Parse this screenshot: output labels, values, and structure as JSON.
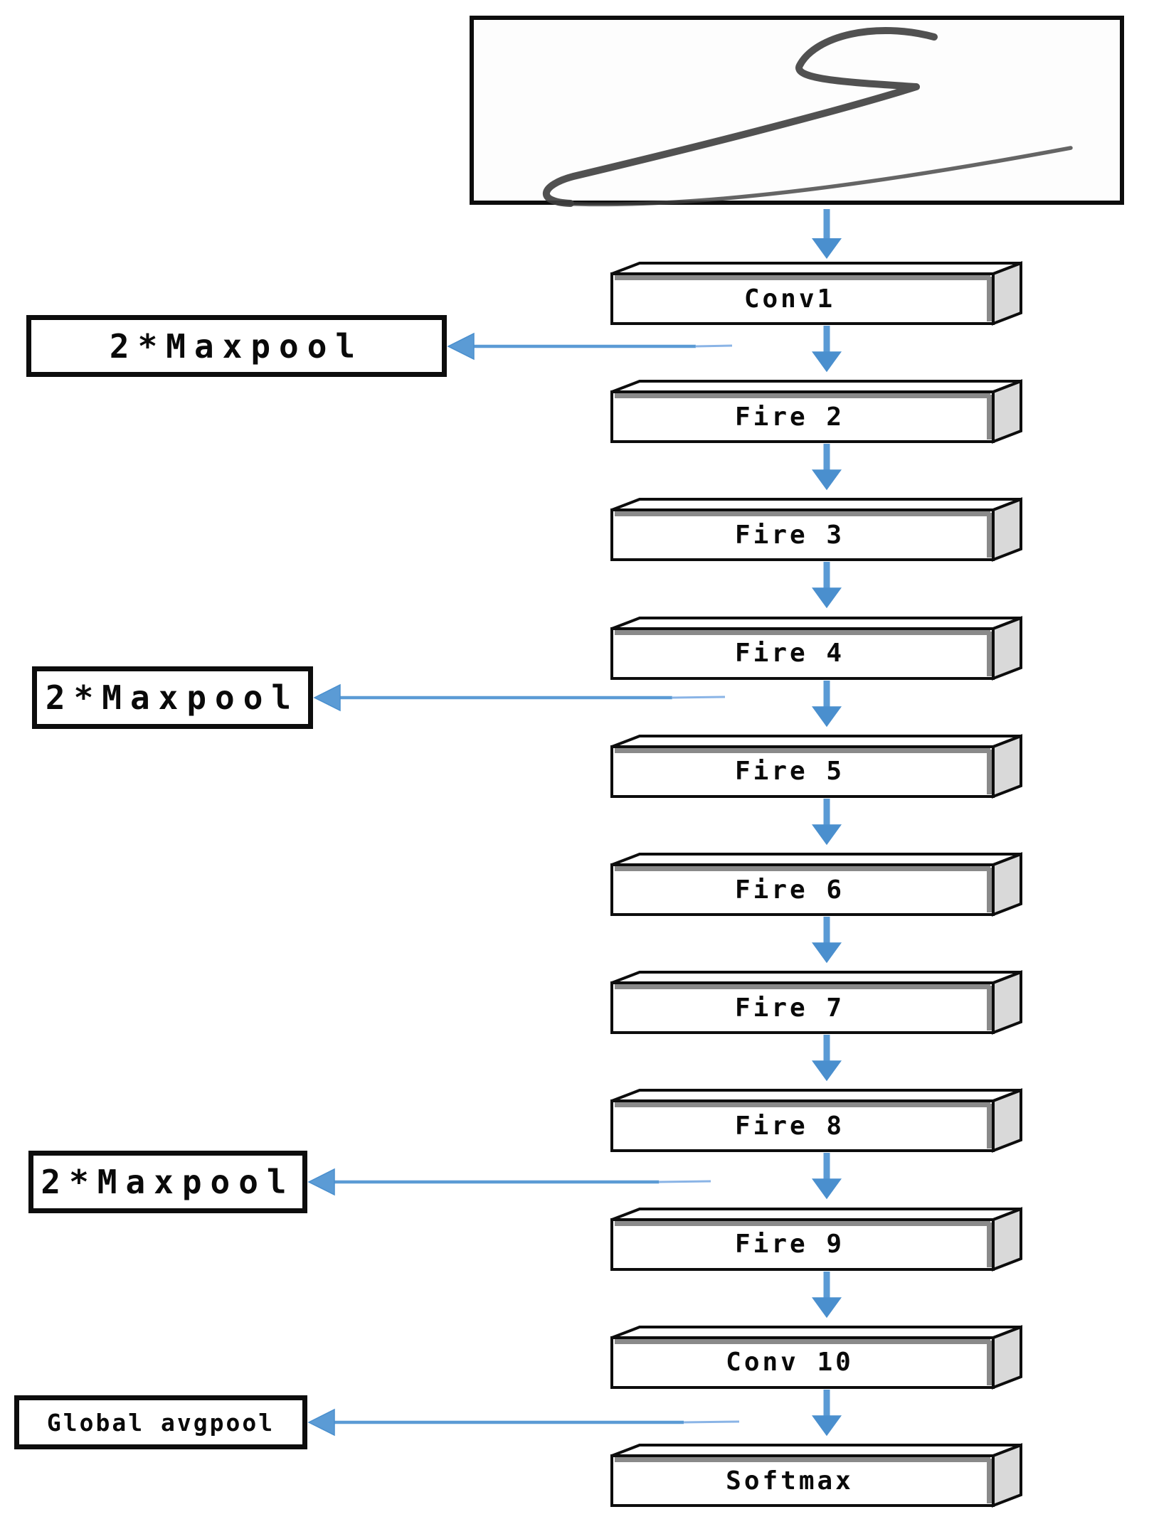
{
  "diagram": {
    "main_chain": [
      "Conv1",
      "Fire 2",
      "Fire 3",
      "Fire 4",
      "Fire 5",
      "Fire 6",
      "Fire 7",
      "Fire 8",
      "Fire 9",
      "Conv 10",
      "Softmax"
    ],
    "side_boxes": [
      "2*Maxpool",
      "2*Maxpool",
      "2*Maxpool",
      "Global avgpool"
    ],
    "colors": {
      "arrow_blue": "#5b9bd5",
      "arrow_blue_dark": "#4a8fce",
      "line_blue_light": "#8ab4e6",
      "box_border": "#0d0d0d",
      "right_face_gray": "#d9d9d9",
      "inner_edge_gray": "#8a8a8a",
      "ink_gray": "#3e3e3e"
    }
  }
}
